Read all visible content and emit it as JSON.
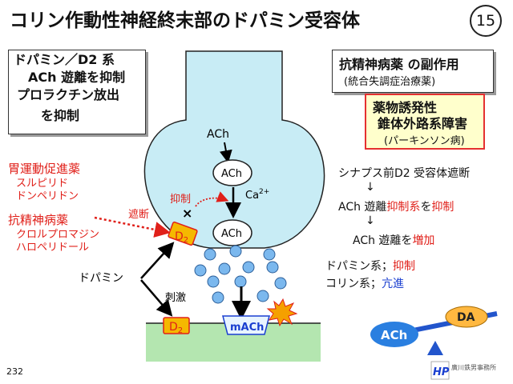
{
  "title": "コリン作動性神経終末部のドパミン受容体",
  "slide_number": "15",
  "left_box": {
    "line1": "ドパミン／D2 系",
    "line2": "ACh 遊離を抑制",
    "line3": "プロラクチン放出",
    "line4": "を抑制"
  },
  "right_box": {
    "title": "抗精神病薬 の副作用",
    "subtitle": "(統合失調症治療薬)"
  },
  "yellow_box": {
    "line1": "薬物誘発性",
    "line2": "錐体外路系障害",
    "line3": "(パーキンソン病)"
  },
  "drugs": {
    "gi_title": "胃運動促進薬",
    "gi_1": "スルピリド",
    "gi_2": "ドンペリドン",
    "ap_title": "抗精神病薬",
    "ap_1": "クロルプロマジン",
    "ap_2": "ハロペリドール"
  },
  "diagram": {
    "ach_top": "ACh",
    "ach_vesicle1": "ACh",
    "ach_vesicle2": "ACh",
    "ca": "Ca",
    "ca_sup": "2+",
    "inhibit": "抑制",
    "block": "遮断",
    "d2_pre_main": "D",
    "d2_pre_sub": "2",
    "d2_post_main": "D",
    "d2_post_sub": "2",
    "dopamine": "ドパミン",
    "stimulate": "刺激",
    "machr": "mACh"
  },
  "mechanism": {
    "line1": "シナプス前D2 受容体遮断",
    "arrow1": "↓",
    "line2_pre": "ACh 遊離",
    "line2_red": "抑制系",
    "line2_mid": "を",
    "line2_red2": "抑制",
    "arrow2": "↓",
    "line3_pre": "ACh 遊離を",
    "line3_red": "増加",
    "line4_pre": "ドパミン系；",
    "line4_red": "抑制",
    "line5_pre": "コリン系；",
    "line5_blue": "亢進"
  },
  "balance": {
    "left": "ACh",
    "right": "DA"
  },
  "page_code": "232",
  "logo": {
    "mark": "HP",
    "text": "廣川鉄男事務所"
  },
  "colors": {
    "neuron": "#c8ecf5",
    "postsynaptic": "#b4e6b0",
    "d2_receptor": "#f5b800",
    "vesicle": "#7bb8ee",
    "red": "#e0201a",
    "blue": "#1a3fd0",
    "balance_bar": "#2255cc",
    "ach_oval": "#2a7fe0",
    "da_oval": "#ffb840"
  }
}
